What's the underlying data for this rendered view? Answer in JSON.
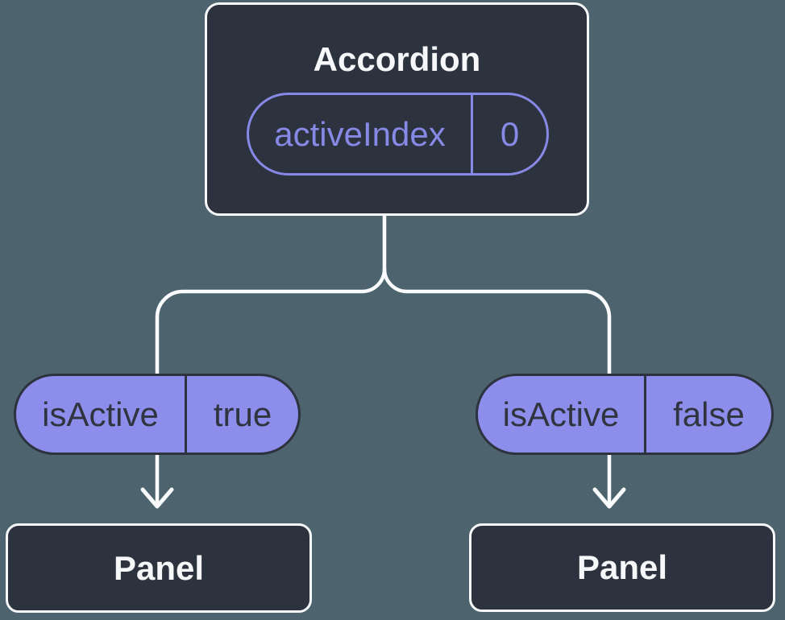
{
  "diagram": {
    "root": {
      "title": "Accordion",
      "state": {
        "label": "activeIndex",
        "value": "0"
      }
    },
    "branches": [
      {
        "prop_label": "isActive",
        "prop_value": "true",
        "child_title": "Panel"
      },
      {
        "prop_label": "isActive",
        "prop_value": "false",
        "child_title": "Panel"
      }
    ]
  },
  "colors": {
    "background": "#4d646e",
    "node_fill": "#2d333e",
    "node_border": "#f7f8fa",
    "node_text": "#f6f7f9",
    "accent_purple": "#8689e6",
    "pill_fill": "#8d8eec",
    "pill_text": "#2f343e",
    "connector": "#fafbfc"
  }
}
